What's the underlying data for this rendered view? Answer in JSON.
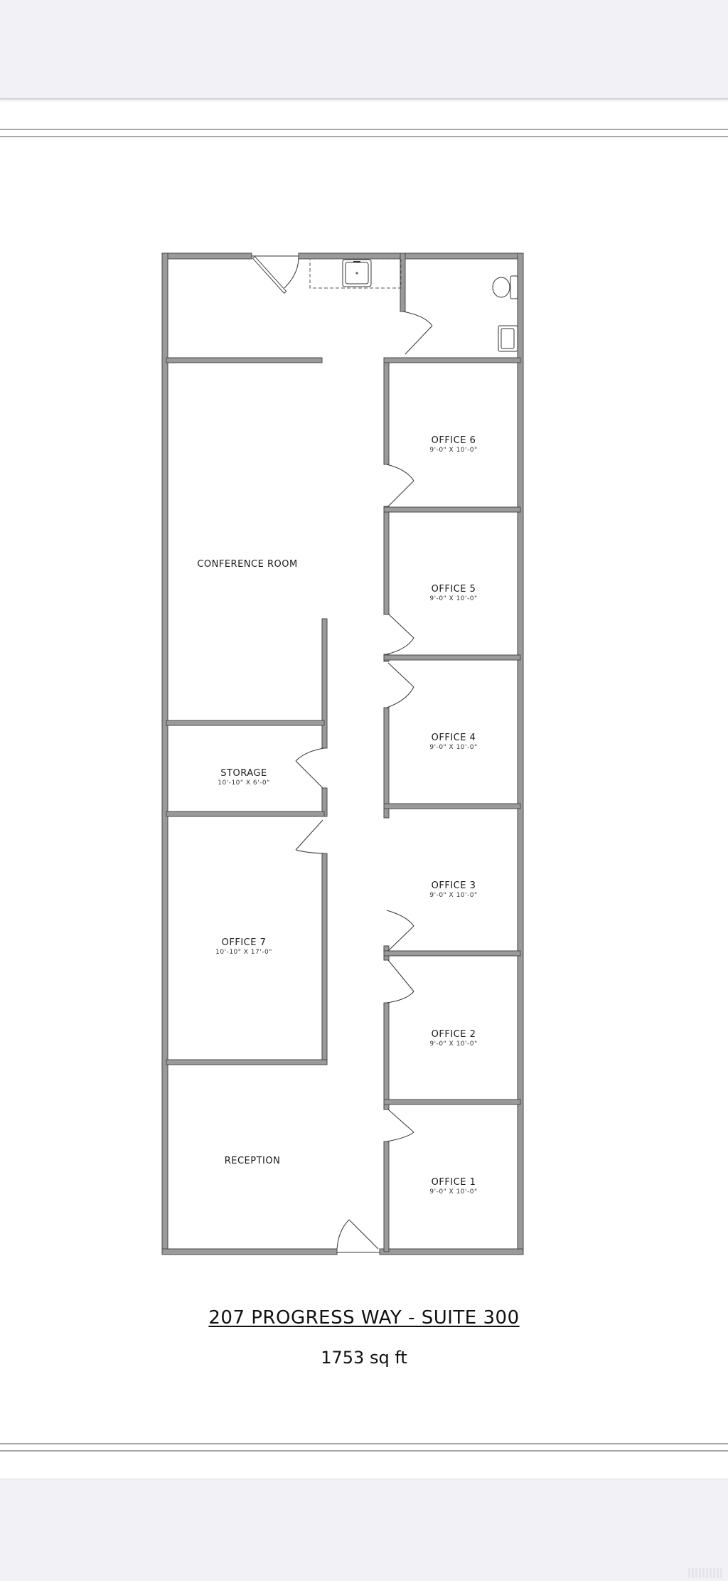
{
  "document": {
    "type": "floor-plan",
    "title": "207 PROGRESS WAY - SUITE 300",
    "area": "1753 sq ft"
  },
  "rooms": [
    {
      "name": "CONFERENCE ROOM",
      "dims": ""
    },
    {
      "name": "STORAGE",
      "dims": "10'-10\" X 6'-0\""
    },
    {
      "name": "OFFICE 7",
      "dims": "10'-10\" X 17'-0\""
    },
    {
      "name": "RECEPTION",
      "dims": ""
    },
    {
      "name": "OFFICE 6",
      "dims": "9'-0\" X 10'-0\""
    },
    {
      "name": "OFFICE 5",
      "dims": "9'-0\" X 10'-0\""
    },
    {
      "name": "OFFICE 4",
      "dims": "9'-0\" X 10'-0\""
    },
    {
      "name": "OFFICE 3",
      "dims": "9'-0\" X 10'-0\""
    },
    {
      "name": "OFFICE 2",
      "dims": "9'-0\" X 10'-0\""
    },
    {
      "name": "OFFICE 1",
      "dims": "9'-0\" X 10'-0\""
    }
  ],
  "fixtures": [
    "sink-icon",
    "toilet-icon",
    "restroom-sink-icon"
  ],
  "colors": {
    "wall_fill": "#9a9a9a",
    "wall_outline": "#4a4a4a",
    "background": "#ffffff",
    "band": "#f1f1f6"
  }
}
